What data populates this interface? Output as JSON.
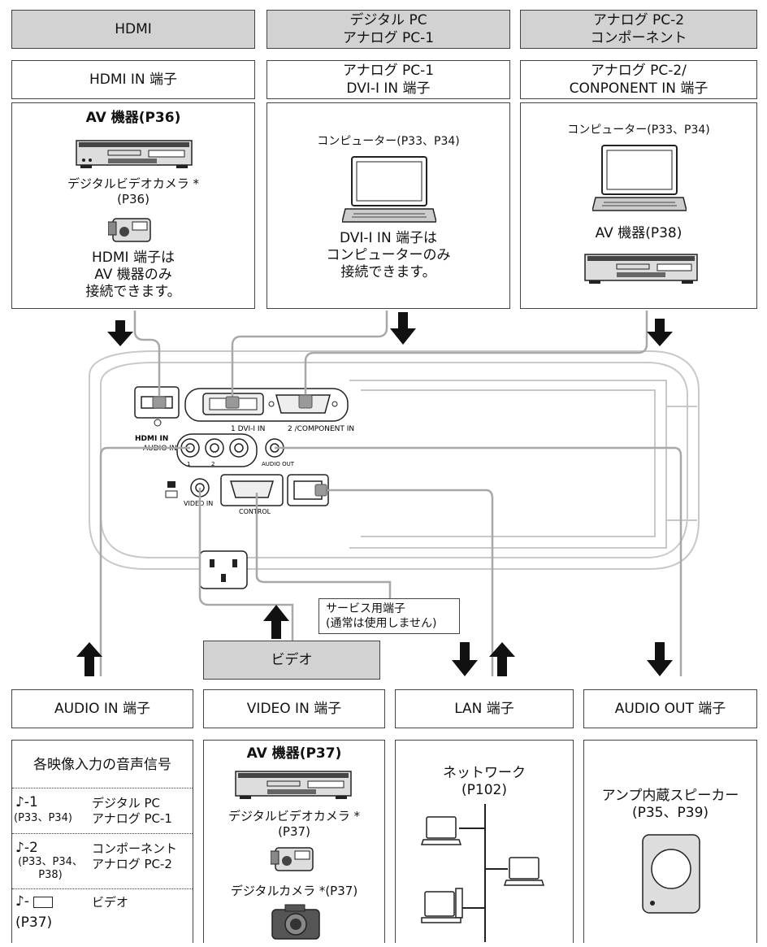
{
  "top_headers": [
    {
      "label": "HDMI"
    },
    {
      "label": "デジタル PC\nアナログ PC-1"
    },
    {
      "label": "アナログ PC-2\nコンポーネント"
    }
  ],
  "top_terminals": [
    {
      "label": "HDMI IN 端子"
    },
    {
      "label": "アナログ PC-1\nDVI-I IN 端子"
    },
    {
      "label": "アナログ PC-2/\nCONPONENT IN 端子"
    }
  ],
  "hdmi_box": {
    "title": "AV 機器(P36)",
    "camcorder": "デジタルビデオカメラ *\n(P36)",
    "note": "HDMI 端子は\nAV 機器のみ\n接続できます。"
  },
  "dvi_box": {
    "computer": "コンピューター(P33、P34)",
    "note": "DVI-I IN 端子は\nコンピューターのみ\n接続できます。"
  },
  "pc2_box": {
    "computer": "コンピューター(P33、P34)",
    "av": "AV 機器(P38)"
  },
  "panel": {
    "hdmi_label": "HDMI IN",
    "dvi_label": "1 DVI-I IN",
    "component_label": "2 /COMPONENT IN",
    "audio_in_label": "AUDIO IN",
    "audio_jack_labels": [
      "1",
      "2",
      ""
    ],
    "audio_out_label": "AUDIO OUT",
    "video_in_label": "VIDEO IN",
    "control_label": "CONTROL"
  },
  "service_note": "サービス用端子\n(通常は使用しません)",
  "video_header": "ビデオ",
  "bottom_terminals": [
    {
      "label": "AUDIO IN 端子"
    },
    {
      "label": "VIDEO IN 端子"
    },
    {
      "label": "LAN 端子"
    },
    {
      "label": "AUDIO OUT 端子"
    }
  ],
  "audio_in_box": {
    "title": "各映像入力の音声信号",
    "rows": [
      {
        "code": "♪-1",
        "refs": "(P33、P34)",
        "desc": "デジタル PC\nアナログ PC-1"
      },
      {
        "code": "♪-2",
        "refs": "(P33、P34、\nP38)",
        "desc": "コンポーネント\nアナログ PC-2"
      },
      {
        "code": "♪-",
        "refs": "(P37)",
        "desc": "ビデオ"
      }
    ]
  },
  "video_box": {
    "title": "AV 機器(P37)",
    "camcorder": "デジタルビデオカメラ *\n(P37)",
    "camera": "デジタルカメラ *(P37)"
  },
  "lan_box": {
    "network": "ネットワーク\n(P102)"
  },
  "audio_out_box": {
    "speaker": "アンプ内蔵スピーカー\n(P35、P39)"
  }
}
